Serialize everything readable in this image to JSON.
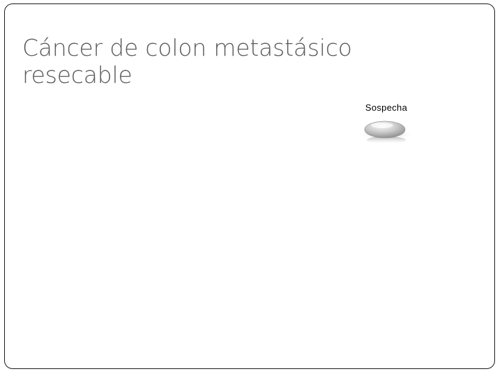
{
  "slide": {
    "title_line1": "Cáncer de colon metastásico",
    "title_line2": "resecable"
  },
  "diagram": {
    "node_label": "Sospecha"
  }
}
